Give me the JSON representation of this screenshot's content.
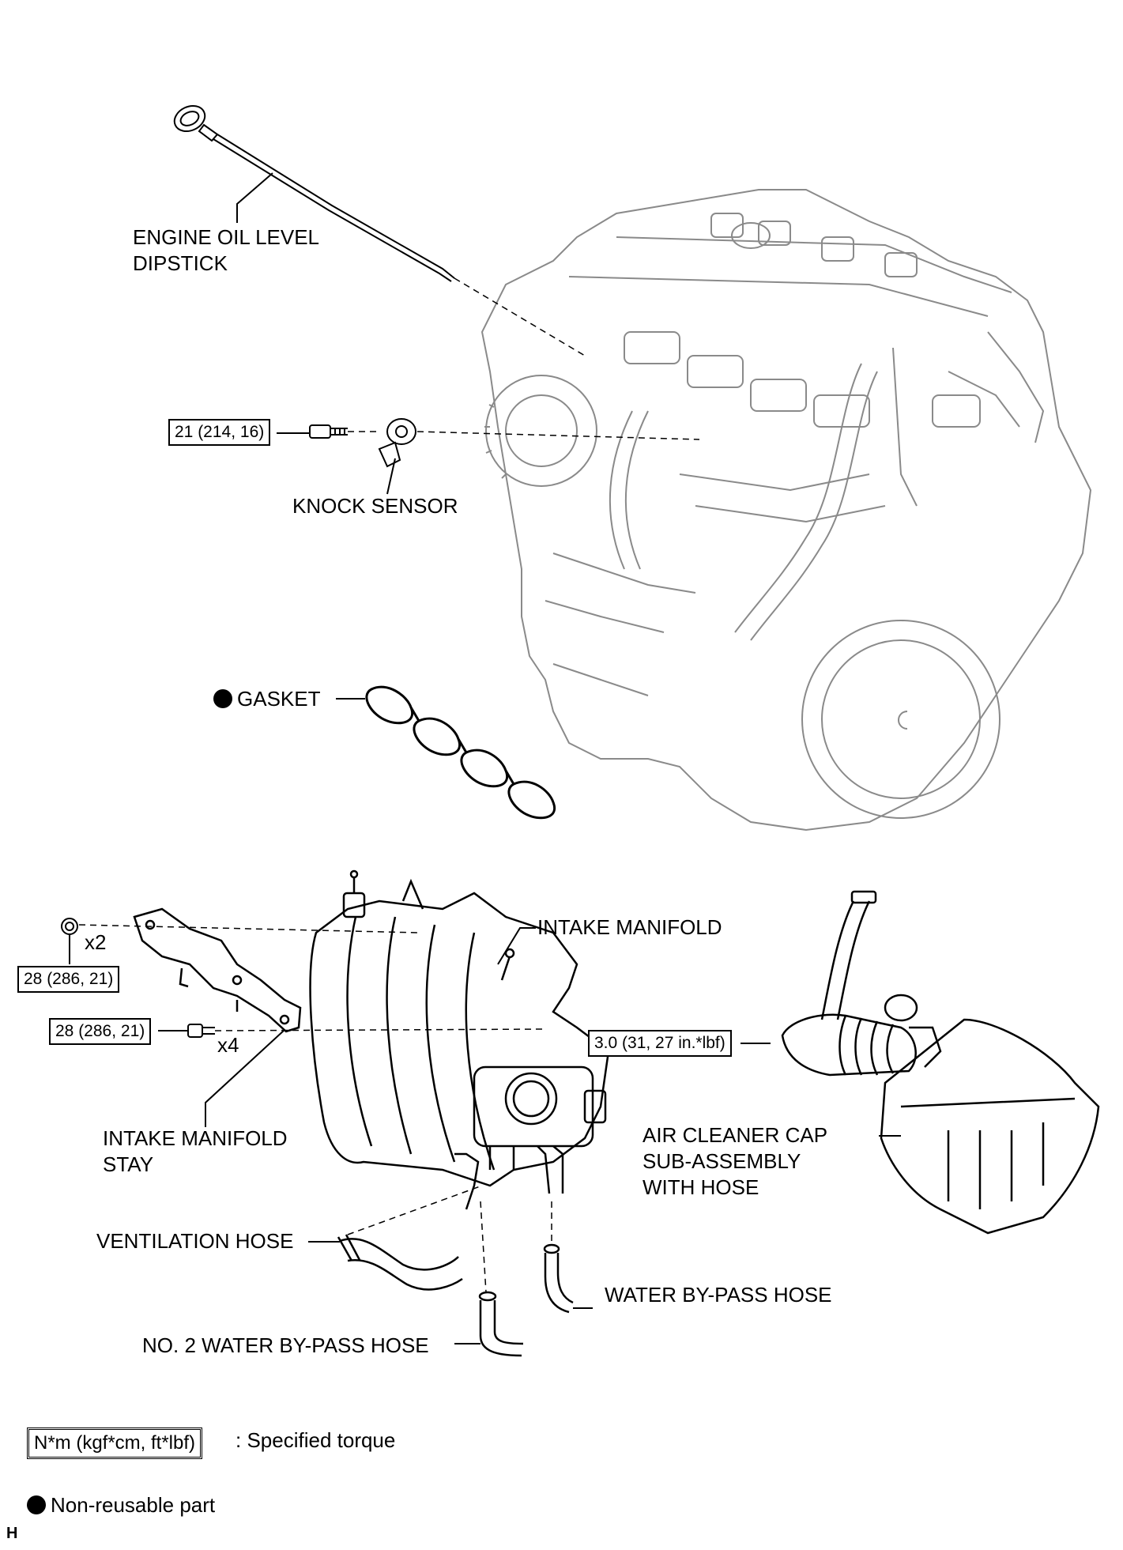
{
  "labels": {
    "dipstick_line1": "ENGINE OIL LEVEL",
    "dipstick_line2": "DIPSTICK",
    "knock_sensor": "KNOCK SENSOR",
    "gasket": "GASKET",
    "intake_manifold": "INTAKE MANIFOLD",
    "stay_line1": "INTAKE MANIFOLD",
    "stay_line2": "STAY",
    "air_cleaner_line1": "AIR CLEANER CAP",
    "air_cleaner_line2": "SUB-ASSEMBLY",
    "air_cleaner_line3": "WITH HOSE",
    "ventilation_hose": "VENTILATION HOSE",
    "water_bypass_hose": "WATER BY-PASS HOSE",
    "no2_water_bypass_hose": "NO. 2 WATER BY-PASS HOSE",
    "qty_x2": "x2",
    "qty_x4": "x4"
  },
  "torques": {
    "knock_sensor": "21 (214, 16)",
    "stay_nut": "28 (286, 21)",
    "stay_bolt": "28 (286, 21)",
    "air_cleaner_clamp": "3.0 (31, 27 in.*lbf)"
  },
  "legend": {
    "torque_format": "N*m (kgf*cm, ft*lbf)",
    "torque_desc": ": Specified torque",
    "nonreusable_desc": "Non-reusable part"
  },
  "corner_mark": "H"
}
